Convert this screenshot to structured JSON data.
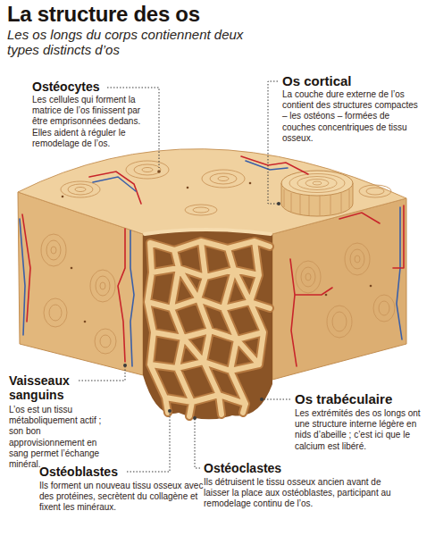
{
  "diagram": {
    "title": "La structure des os",
    "labels": [
      "Les os longs du corps contiennent deux types distincts d’os",
      "Ostéocytes",
      "Les cellules qui forment la matrice de l’os finissent par être emprisonnées dedans. Elles aident à réguler le remodelage de l’os.",
      "Os cortical",
      "La couche dure externe de l’os contient des structures compactes – les ostéons – formées de couches concentriques de tissu osseux.",
      "Vaisseaux sanguins",
      "L’os est un tissu métaboliquement actif ; son bon approvisionnement en sang permet l’échange minéral.",
      "Os trabéculaire",
      "Les extrémités des os longs ont une structure interne légère en nids d’abeille ; c’est ici que le calcium est libéré.",
      "Ostéoblastes",
      "Ils forment un nouveau tissu osseux avec des protéines, secrètent du collagène et fixent les minéraux.",
      "Ostéoclastes",
      "Ils détruisent le tissu osseux ancien avant de laisser la place aux ostéoblastes, participant au remodelage continu de l’os."
    ]
  }
}
